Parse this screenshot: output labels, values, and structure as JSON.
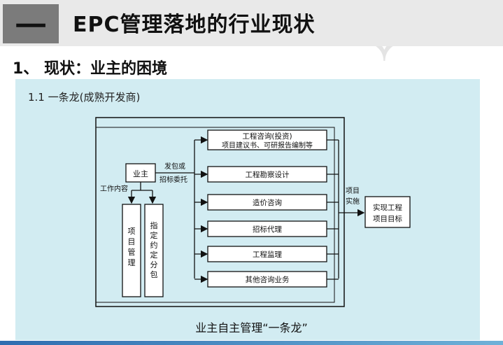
{
  "header": {
    "number": "一",
    "title": "EPC管理落地的行业现状"
  },
  "section": {
    "title": "1、 现状：业主的困境"
  },
  "subsection": {
    "title": "1.1  一条龙(成熟开发商)"
  },
  "diagram": {
    "owner_label": "业主",
    "work_content_label": "工作内容",
    "contract_label_line1": "发包或",
    "contract_label_line2": "招标委托",
    "vertical_left": [
      "项",
      "目",
      "管",
      "理"
    ],
    "vertical_right": [
      "指",
      "定",
      "约",
      "定",
      "分",
      "包"
    ],
    "services": [
      {
        "line1": "工程咨询(投资)",
        "line2": "项目建议书、可研报告编制等"
      },
      {
        "line1": "工程勘察设计",
        "line2": ""
      },
      {
        "line1": "造价咨询",
        "line2": ""
      },
      {
        "line1": "招标代理",
        "line2": ""
      },
      {
        "line1": "工程监理",
        "line2": ""
      },
      {
        "line1": "其他咨询业务",
        "line2": ""
      }
    ],
    "implement_label_line1": "项目",
    "implement_label_line2": "实施",
    "goal_line1": "实现工程",
    "goal_line2": "项目目标"
  },
  "caption": "业主自主管理“一条龙”",
  "colors": {
    "panel": "#d2ecf2",
    "header_bg": "#e9e9e9",
    "number_block": "#7b7b7b",
    "bottom_bar": "#2e6db0"
  }
}
